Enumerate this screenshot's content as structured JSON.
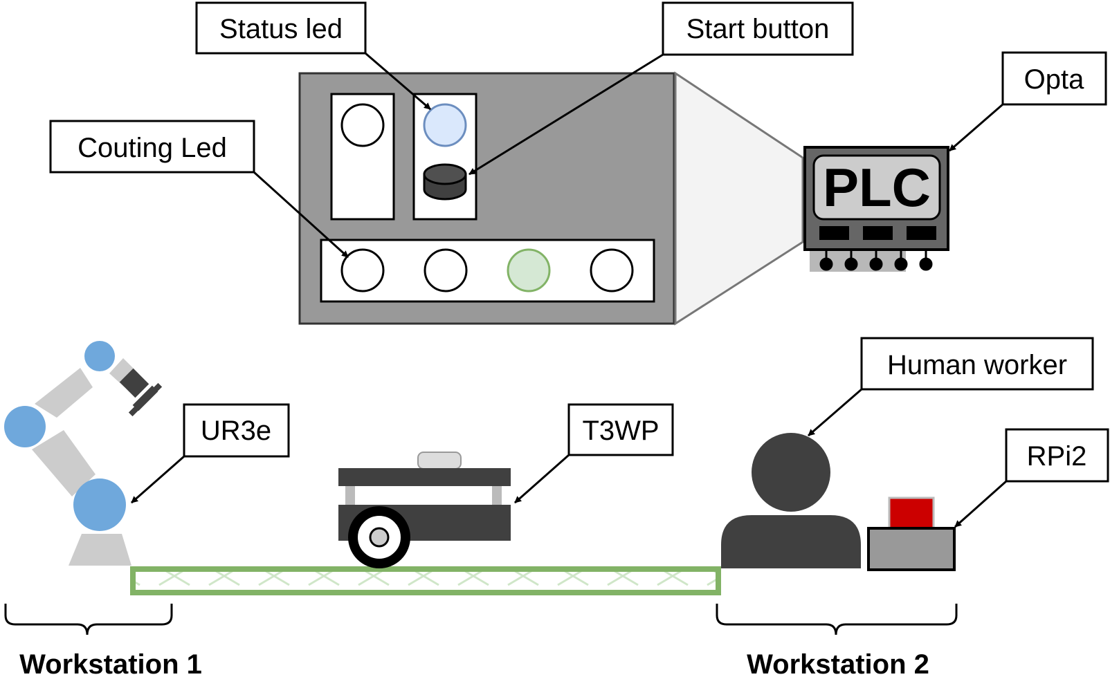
{
  "labels": {
    "status_led": "Status led",
    "start_button": "Start button",
    "opta": "Opta",
    "counting_led": "Couting Led",
    "plc": "PLC",
    "ur3e": "UR3e",
    "t3wp": "T3WP",
    "human_worker": "Human worker",
    "rpi2": "RPi2",
    "workstation_1": "Workstation 1",
    "workstation_2": "Workstation 2"
  },
  "colors": {
    "panel": "#999999",
    "dark": "#404040",
    "robot_blue": "#6fa8dc",
    "status_led_fill": "#dae8fc",
    "status_led_stroke": "#6c8ebf",
    "counting_led_active_fill": "#d5e8d4",
    "counting_led_active_stroke": "#82b366",
    "conveyor_stroke": "#82b366",
    "rpi_button": "#cc0000"
  }
}
